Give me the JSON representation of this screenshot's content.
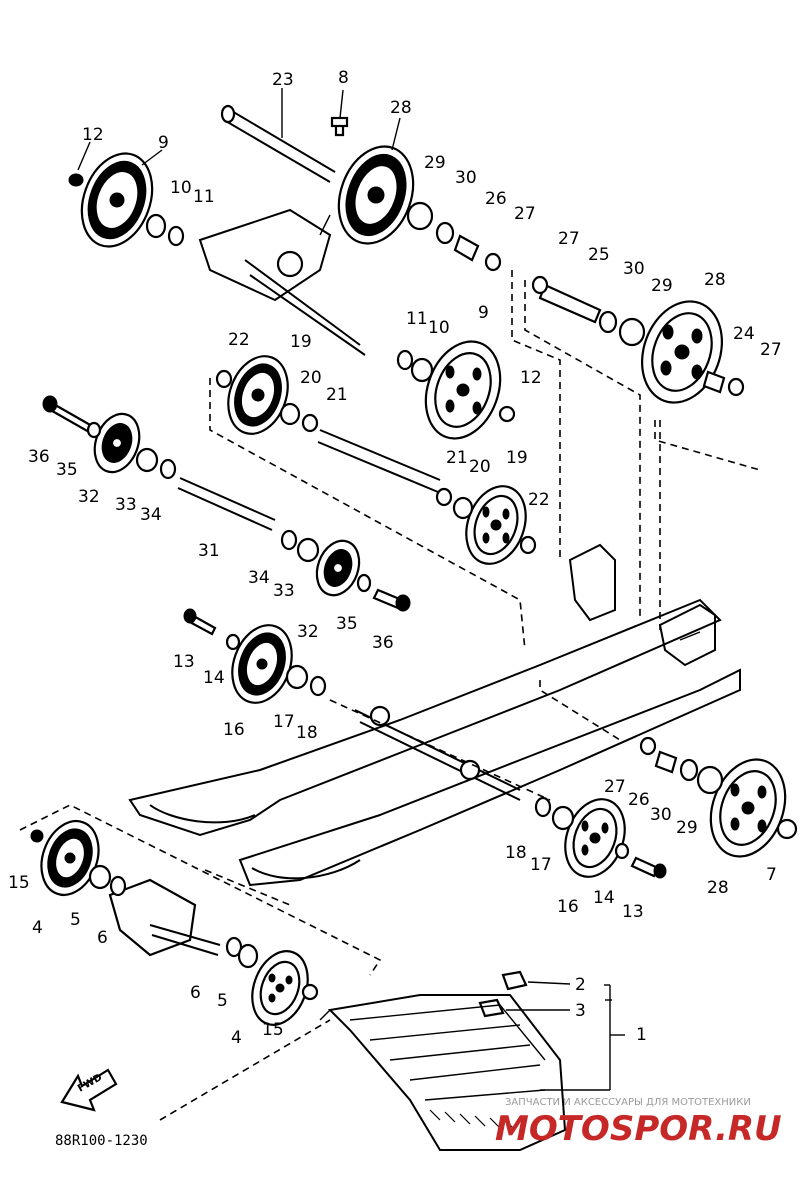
{
  "diagram": {
    "part_code": "88R100-1230",
    "fwd_label": "FWD",
    "watermark": {
      "tagline": "ЗАПЧАСТИ И АКСЕССУАРЫ ДЛЯ МОТОТЕХНИКИ",
      "site": "MOTOSPOR.RU"
    },
    "callouts": {
      "c1": "1",
      "c2": "2",
      "c3": "3",
      "c4a": "4",
      "c4b": "4",
      "c5a": "5",
      "c5b": "5",
      "c6a": "6",
      "c6b": "6",
      "c7": "7",
      "c8": "8",
      "c9a": "9",
      "c9b": "9",
      "c10a": "10",
      "c10b": "10",
      "c11a": "11",
      "c11b": "11",
      "c12a": "12",
      "c12b": "12",
      "c13a": "13",
      "c13b": "13",
      "c14a": "14",
      "c14b": "14",
      "c15a": "15",
      "c15b": "15",
      "c16a": "16",
      "c16b": "16",
      "c17a": "17",
      "c17b": "17",
      "c18a": "18",
      "c18b": "18",
      "c19a": "19",
      "c19b": "19",
      "c20a": "20",
      "c20b": "20",
      "c21a": "21",
      "c21b": "21",
      "c22a": "22",
      "c22b": "22",
      "c23": "23",
      "c24": "24",
      "c25": "25",
      "c26a": "26",
      "c26b": "26",
      "c27a": "27",
      "c27b": "27",
      "c27c": "27",
      "c27d": "27",
      "c28a": "28",
      "c28b": "28",
      "c28c": "28",
      "c29a": "29",
      "c29b": "29",
      "c29c": "29",
      "c30a": "30",
      "c30b": "30",
      "c30c": "30",
      "c31": "31",
      "c32a": "32",
      "c32b": "32",
      "c33a": "33",
      "c33b": "33",
      "c34a": "34",
      "c34b": "34",
      "c35a": "35",
      "c35b": "35",
      "c36a": "36",
      "c36b": "36"
    }
  }
}
